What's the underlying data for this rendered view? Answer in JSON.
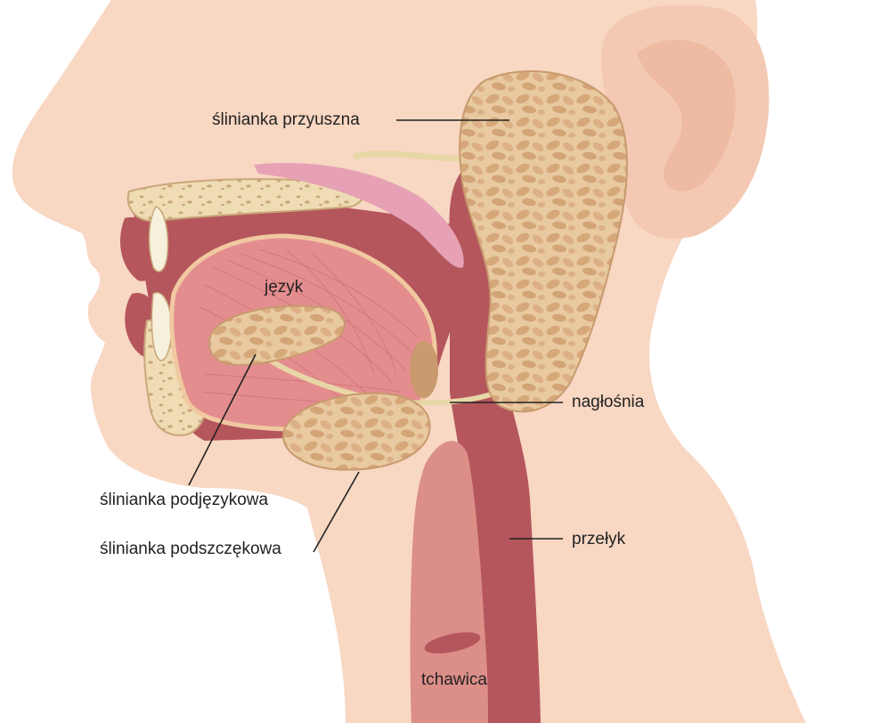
{
  "labels": {
    "parotid": "ślinianka przyuszna",
    "tongue": "język",
    "epiglottis": "nagłośnia",
    "sublingual": "ślinianka podjęzykowa",
    "submandibular": "ślinianka podszczękowa",
    "esophagus": "przełyk",
    "trachea": "tchawica"
  },
  "colors": {
    "skin": "#f8d7c3",
    "skin_shade": "#f1c2ab",
    "cavity": "#b5565c",
    "tongue": "#e48d8f",
    "gland": "#e8c9a0",
    "gland_lobule": "#d9ad7e",
    "bone": "#efdcb4",
    "palate": "#e6a2b4",
    "trachea": "#dc8e88",
    "leader_line": "#222222"
  }
}
